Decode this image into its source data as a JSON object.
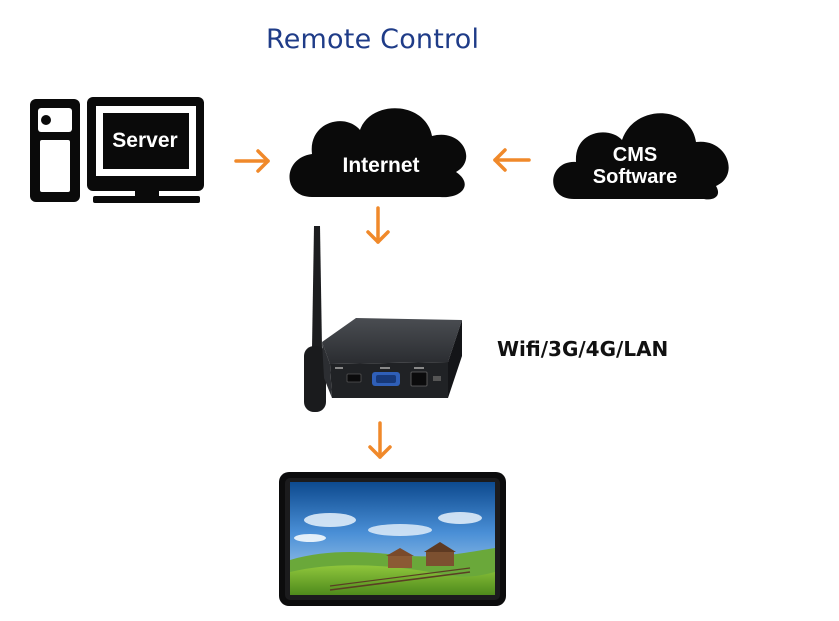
{
  "title": "Remote Control",
  "nodes": {
    "server": {
      "label": "Server",
      "icon": "computer-icon"
    },
    "internet": {
      "label": "Internet",
      "icon": "cloud-icon"
    },
    "cms": {
      "label_line1": "CMS",
      "label_line2": "Software",
      "icon": "cloud-icon"
    },
    "player": {
      "icon": "media-player-box-icon"
    },
    "display": {
      "icon": "display-screen-icon"
    }
  },
  "connection_label": "Wifi/3G/4G/LAN",
  "colors": {
    "title": "#1f3c88",
    "arrow": "#f0892a",
    "icon_fill": "#0a0a0a"
  }
}
